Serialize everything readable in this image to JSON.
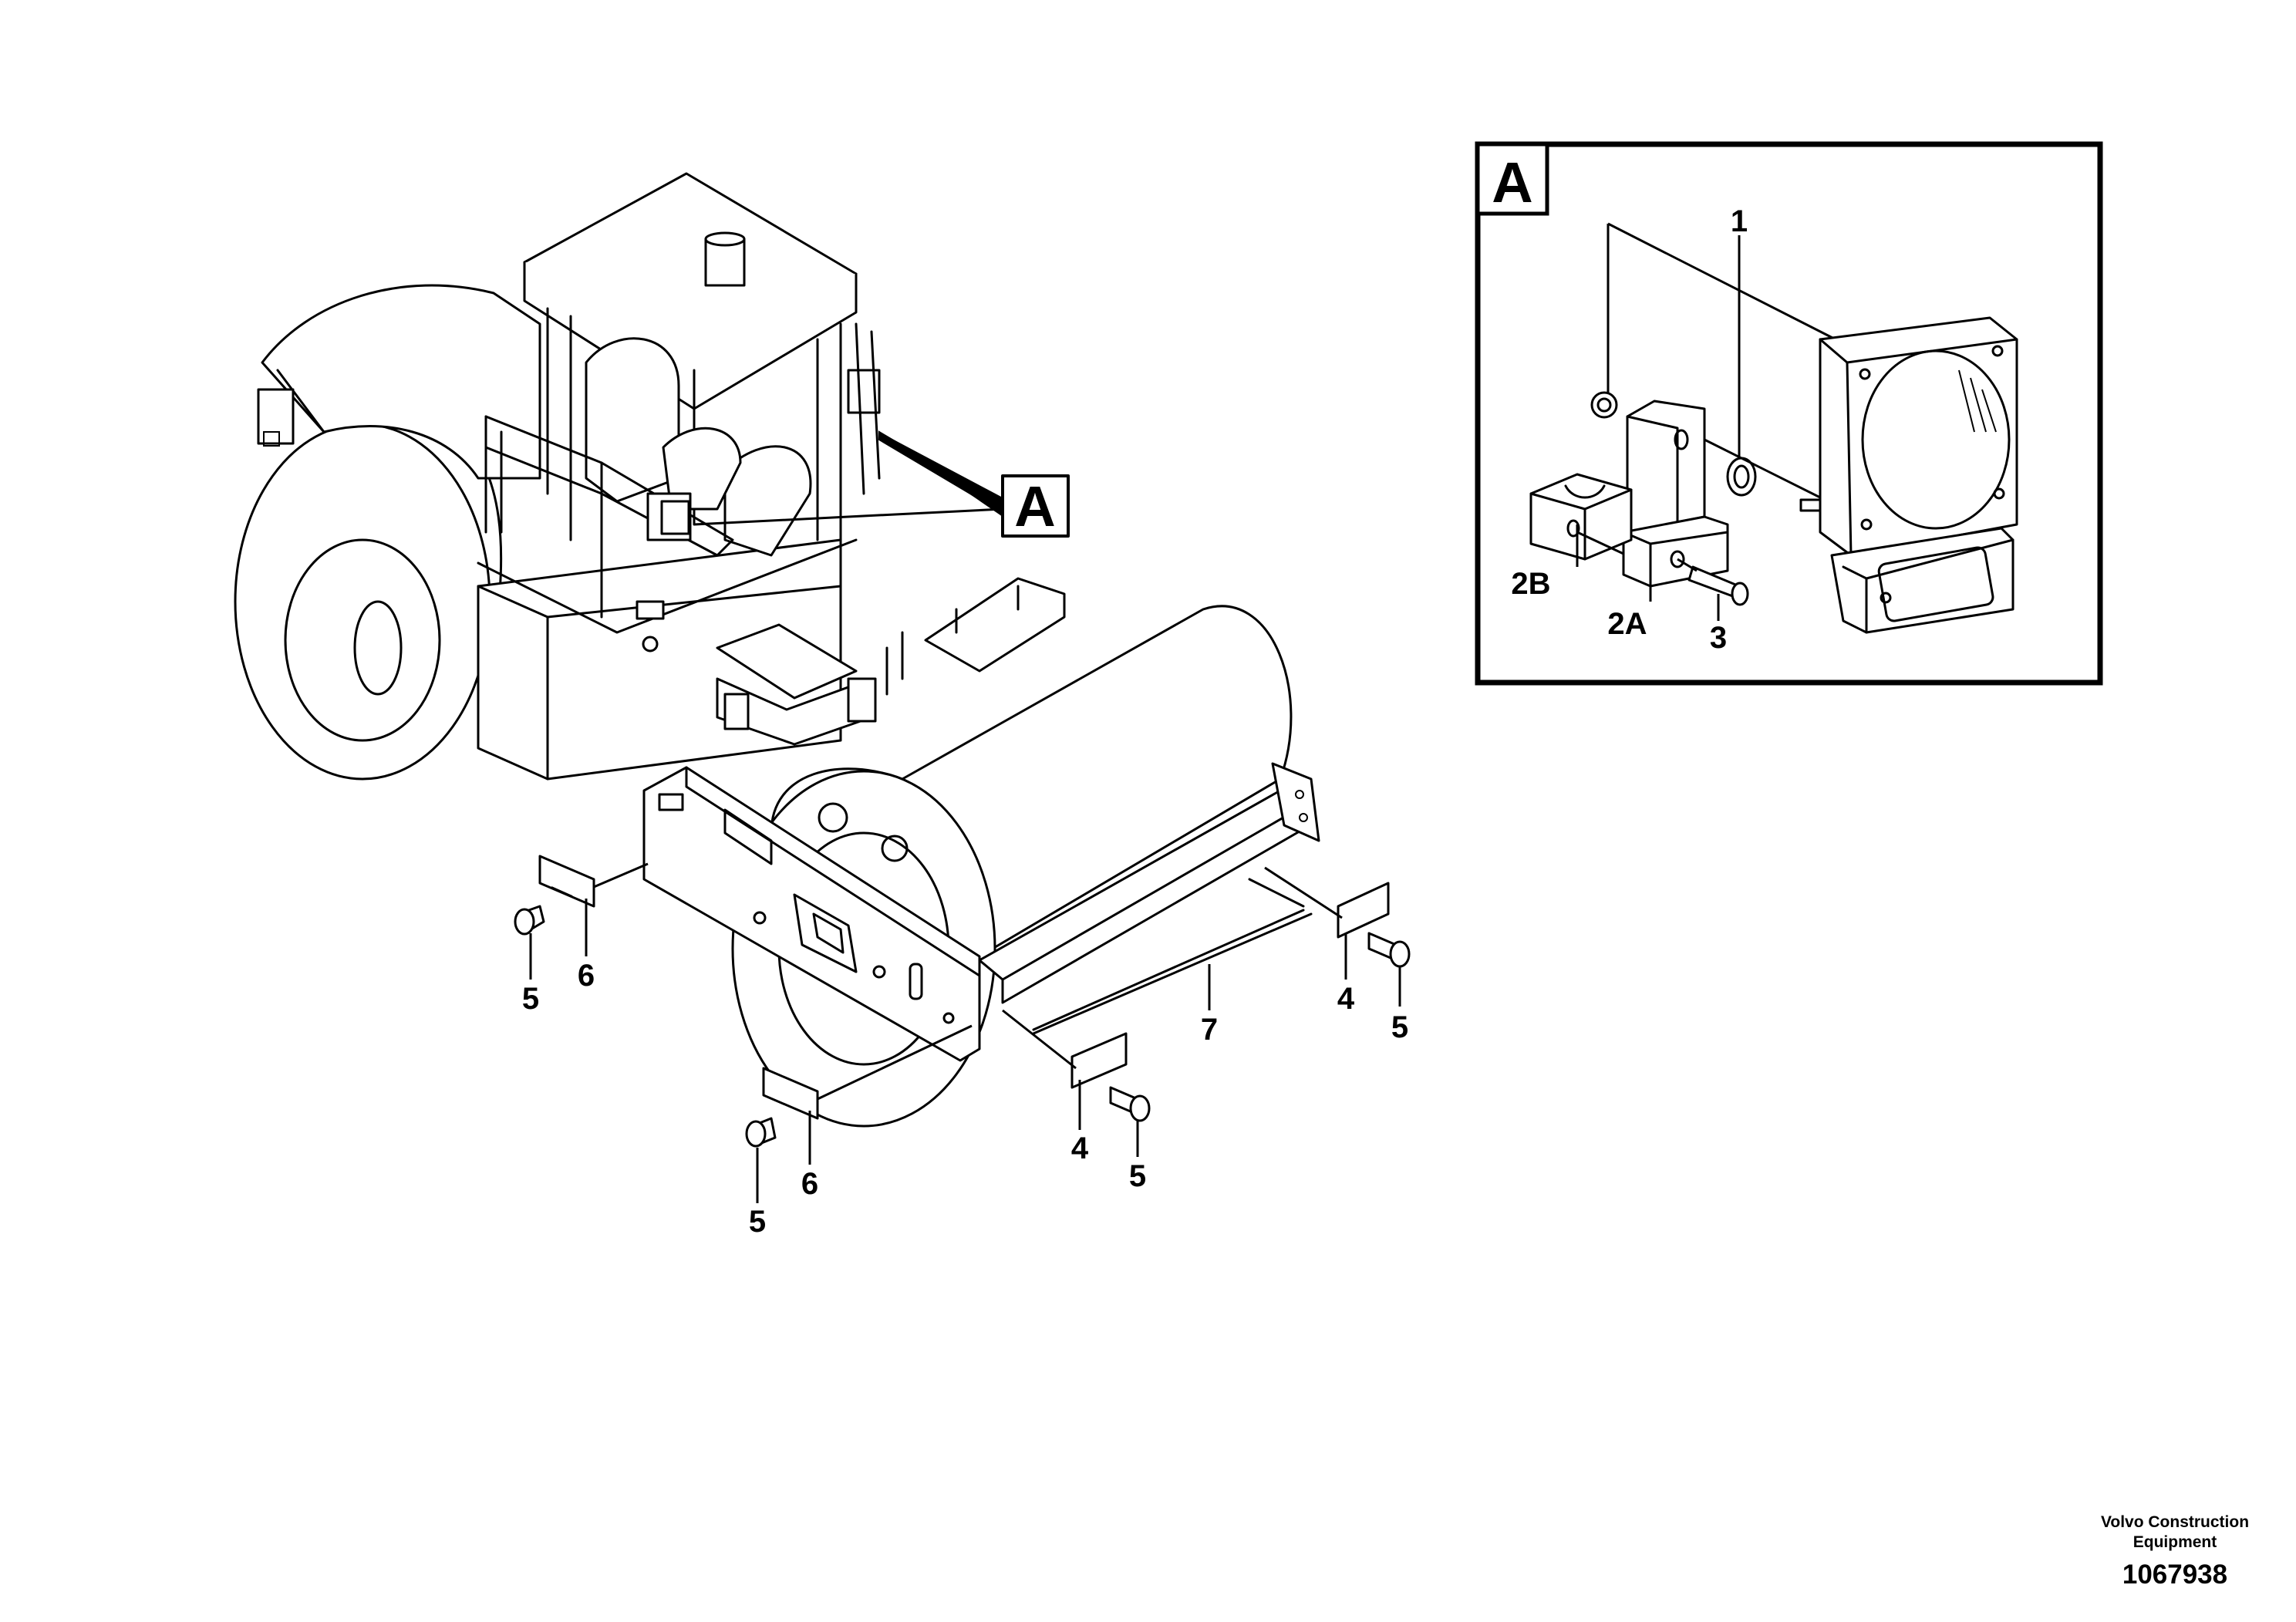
{
  "detail": {
    "label": "A",
    "callouts": [
      "1",
      "2B",
      "2A",
      "3"
    ]
  },
  "main": {
    "view_label": "A",
    "callouts": [
      "5",
      "6",
      "5",
      "6",
      "4",
      "5",
      "7",
      "4",
      "5"
    ]
  },
  "footer": {
    "brand_line1": "Volvo Construction",
    "brand_line2": "Equipment",
    "part_number": "1067938"
  }
}
